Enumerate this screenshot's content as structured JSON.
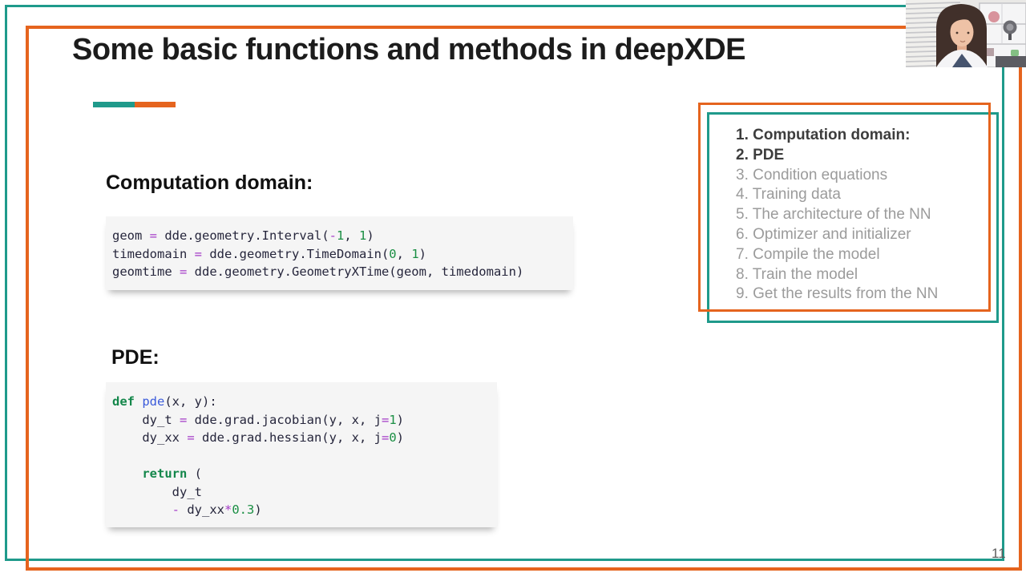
{
  "slide": {
    "title": "Some basic functions and methods in deepXDE",
    "page_number": "11"
  },
  "sections": [
    {
      "heading": "Computation domain:"
    },
    {
      "heading": "PDE:"
    }
  ],
  "code_blocks": [
    {
      "language": "python",
      "lines": [
        [
          [
            "geom ",
            "p"
          ],
          [
            "=",
            "o"
          ],
          [
            " dde.geometry.Interval(",
            "p"
          ],
          [
            "-",
            "o"
          ],
          [
            "1",
            "n"
          ],
          [
            ", ",
            "p"
          ],
          [
            "1",
            "n"
          ],
          [
            ")",
            "p"
          ]
        ],
        [
          [
            "timedomain ",
            "p"
          ],
          [
            "=",
            "o"
          ],
          [
            " dde.geometry.TimeDomain(",
            "p"
          ],
          [
            "0",
            "n"
          ],
          [
            ", ",
            "p"
          ],
          [
            "1",
            "n"
          ],
          [
            ")",
            "p"
          ]
        ],
        [
          [
            "geomtime ",
            "p"
          ],
          [
            "=",
            "o"
          ],
          [
            " dde.geometry.GeometryXTime(geom, timedomain)",
            "p"
          ]
        ]
      ]
    },
    {
      "language": "python",
      "lines": [
        [
          [
            "def",
            "k"
          ],
          [
            " ",
            "p"
          ],
          [
            "pde",
            "f"
          ],
          [
            "(x, y):",
            "p"
          ]
        ],
        [
          [
            "    dy_t ",
            "p"
          ],
          [
            "=",
            "o"
          ],
          [
            " dde.grad.jacobian(y, x, j",
            "p"
          ],
          [
            "=",
            "o"
          ],
          [
            "1",
            "n"
          ],
          [
            ")",
            "p"
          ]
        ],
        [
          [
            "    dy_xx ",
            "p"
          ],
          [
            "=",
            "o"
          ],
          [
            " dde.grad.hessian(y, x, j",
            "p"
          ],
          [
            "=",
            "o"
          ],
          [
            "0",
            "n"
          ],
          [
            ")",
            "p"
          ]
        ],
        [],
        [
          [
            "    ",
            "p"
          ],
          [
            "return",
            "k"
          ],
          [
            " (",
            "p"
          ]
        ],
        [
          [
            "        dy_t",
            "p"
          ]
        ],
        [
          [
            "        ",
            "p"
          ],
          [
            "-",
            "o"
          ],
          [
            " dy_xx",
            "p"
          ],
          [
            "*",
            "o"
          ],
          [
            "0.3",
            "n"
          ],
          [
            ")",
            "p"
          ]
        ]
      ]
    }
  ],
  "checklist": [
    {
      "num": "1.",
      "label": "Computation domain:",
      "state": "done"
    },
    {
      "num": "2.",
      "label": "PDE",
      "state": "done"
    },
    {
      "num": "3.",
      "label": "Condition equations",
      "state": "todo"
    },
    {
      "num": "4.",
      "label": "Training data",
      "state": "todo"
    },
    {
      "num": "5.",
      "label": "The architecture of the NN",
      "state": "todo"
    },
    {
      "num": "6.",
      "label": "Optimizer and initializer",
      "state": "todo"
    },
    {
      "num": "7.",
      "label": "Compile the model",
      "state": "todo"
    },
    {
      "num": "8.",
      "label": "Train the model",
      "state": "todo"
    },
    {
      "num": "9.",
      "label": "Get the results from the NN",
      "state": "todo"
    }
  ],
  "colors": {
    "teal": "#1f9a8b",
    "orange": "#e5641e",
    "code_background": "#f5f5f5",
    "checklist_done": "#3d3d3d",
    "checklist_todo": "#9b9b9b"
  }
}
